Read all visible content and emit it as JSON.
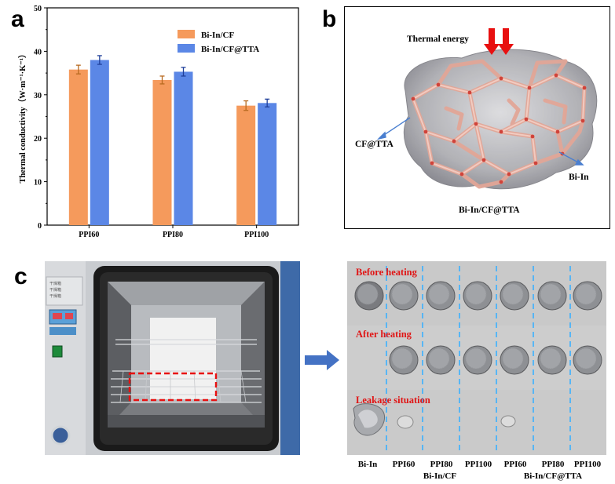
{
  "panel_letters": {
    "a": "a",
    "b": "b",
    "c": "c"
  },
  "chart_data": {
    "type": "bar",
    "title": "",
    "xlabel": "",
    "ylabel": "Thermal conductivity（W·m⁻¹·K⁻¹）",
    "ylim": [
      0,
      50
    ],
    "yticks": [
      "0",
      "10",
      "20",
      "30",
      "40",
      "50"
    ],
    "categories": [
      "PPI60",
      "PPI80",
      "PPI100"
    ],
    "legend_position": "top-right",
    "grid": false,
    "series": [
      {
        "name": "Bi-In/CF",
        "color": "#f59a5c",
        "values": [
          35.8,
          33.4,
          27.5
        ],
        "errors": [
          1.0,
          0.9,
          1.1
        ]
      },
      {
        "name": "Bi-In/CF@TTA",
        "color": "#5b87e6",
        "values": [
          38.0,
          35.3,
          28.1
        ],
        "errors": [
          1.0,
          1.0,
          0.9
        ]
      }
    ]
  },
  "panel_b": {
    "thermal_energy": "Thermal energy",
    "cf_tta": "CF@TTA",
    "bi_in": "Bi-In",
    "caption": "Bi-In/CF@TTA"
  },
  "panel_c": {
    "rows": [
      "Before heating",
      "After heating",
      "Leakage situation"
    ],
    "columns": [
      "Bi-In",
      "PPI60",
      "PPI80",
      "PPI100",
      "PPI60",
      "PPI80",
      "PPI100"
    ],
    "groups": [
      "Bi-In/CF",
      "Bi-In/CF@TTA"
    ],
    "oven_panel_text": "干燥箱"
  },
  "colors": {
    "orange": "#f59a5c",
    "blue": "#5b87e6",
    "error_orange": "#b86a20",
    "error_blue": "#1f3f9a",
    "red": "#e01515",
    "dash_blue": "#3ab0ff"
  }
}
